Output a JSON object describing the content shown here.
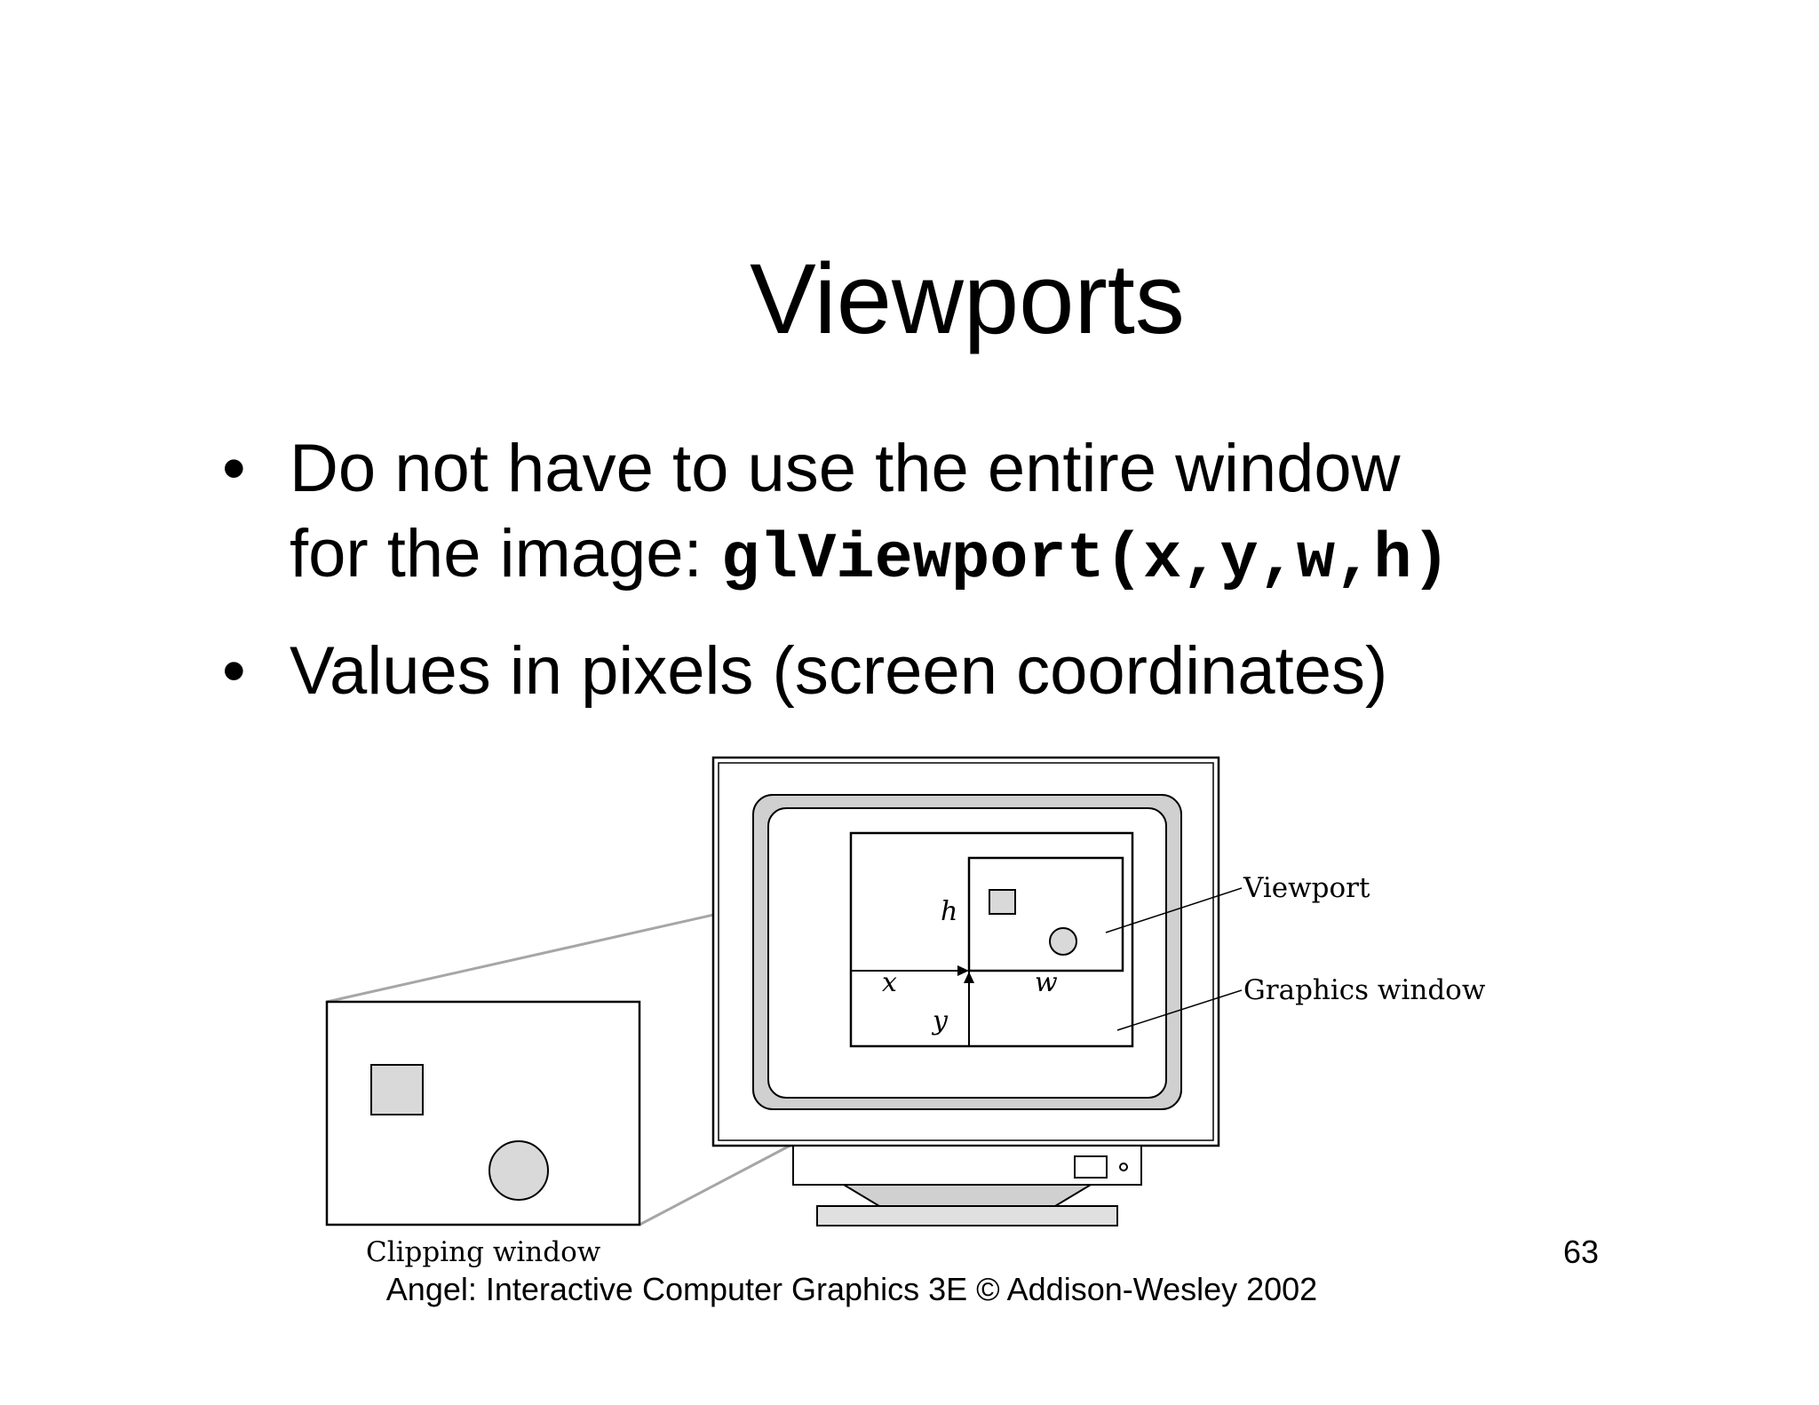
{
  "slide": {
    "title": "Viewports"
  },
  "bullets": [
    {
      "marker": "•",
      "line1": "Do not have to use the entire window",
      "line2_prefix": "for the image: ",
      "code": "glViewport(x,y,w,h)"
    },
    {
      "marker": "•",
      "text": "Values in pixels (screen coordinates)"
    }
  ],
  "diagram": {
    "labels": {
      "viewport": "Viewport",
      "graphics_window": "Graphics window",
      "clipping_window": "Clipping window"
    },
    "variables": {
      "x": "x",
      "y": "y",
      "w": "w",
      "h": "h"
    }
  },
  "footer": {
    "page_number": "63",
    "credit": "Angel: Interactive Computer Graphics 3E © Addison-Wesley 2002"
  },
  "colors": {
    "shape_fill": "#d9d9d9",
    "projection_line": "#a6a6a6",
    "bezel": "#d0d0d0"
  }
}
